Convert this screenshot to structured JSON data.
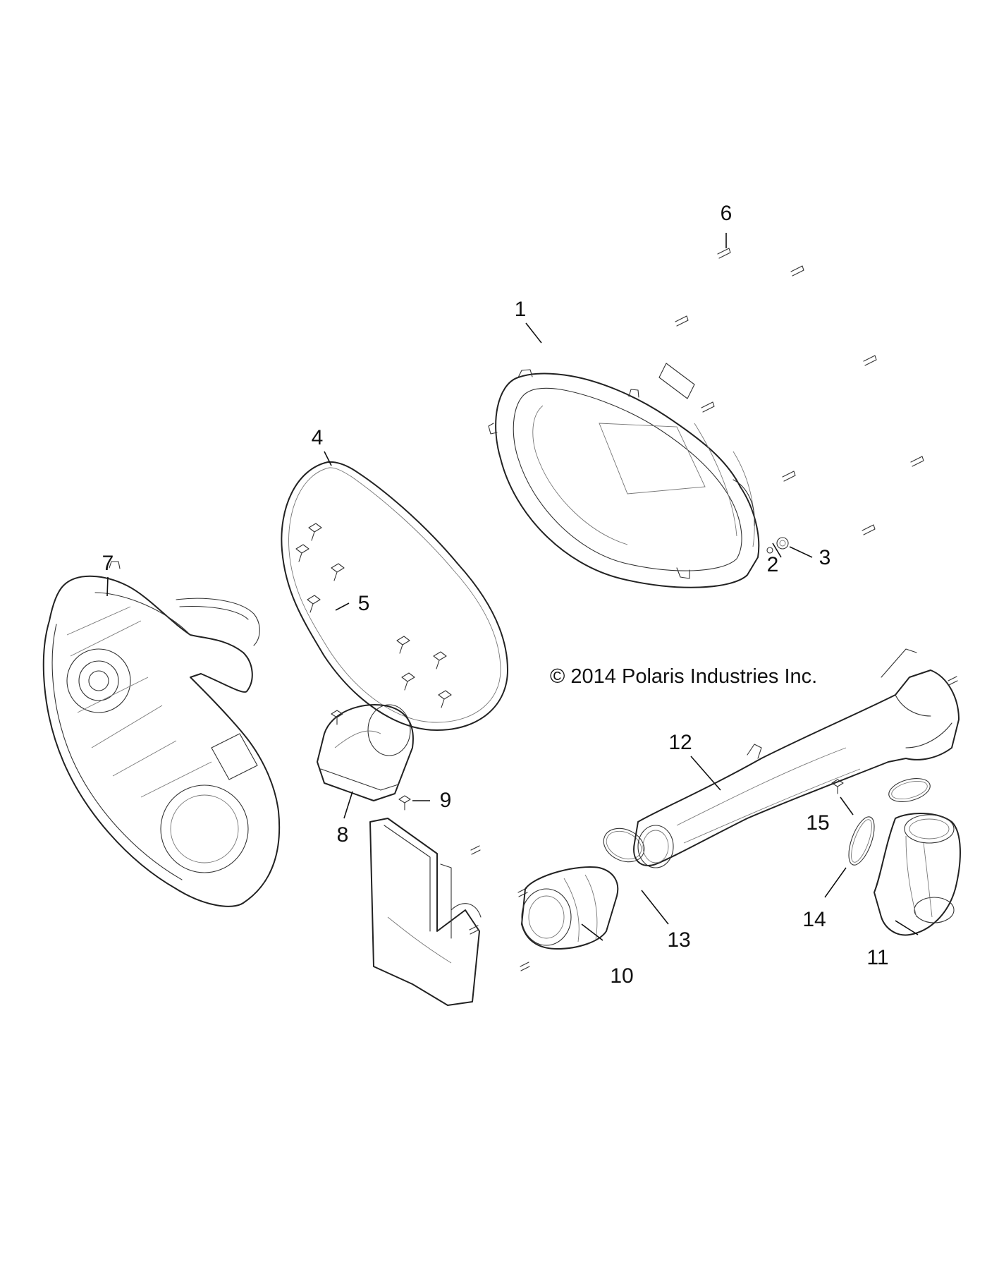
{
  "copyright": "© 2014 Polaris Industries Inc.",
  "callouts": [
    {
      "id": "1",
      "label": "1"
    },
    {
      "id": "2",
      "label": "2"
    },
    {
      "id": "3",
      "label": "3"
    },
    {
      "id": "4",
      "label": "4"
    },
    {
      "id": "5",
      "label": "5"
    },
    {
      "id": "6",
      "label": "6"
    },
    {
      "id": "7",
      "label": "7"
    },
    {
      "id": "8",
      "label": "8"
    },
    {
      "id": "9",
      "label": "9"
    },
    {
      "id": "10",
      "label": "10"
    },
    {
      "id": "11",
      "label": "11"
    },
    {
      "id": "12",
      "label": "12"
    },
    {
      "id": "13",
      "label": "13"
    },
    {
      "id": "14",
      "label": "14"
    },
    {
      "id": "15",
      "label": "15"
    }
  ]
}
